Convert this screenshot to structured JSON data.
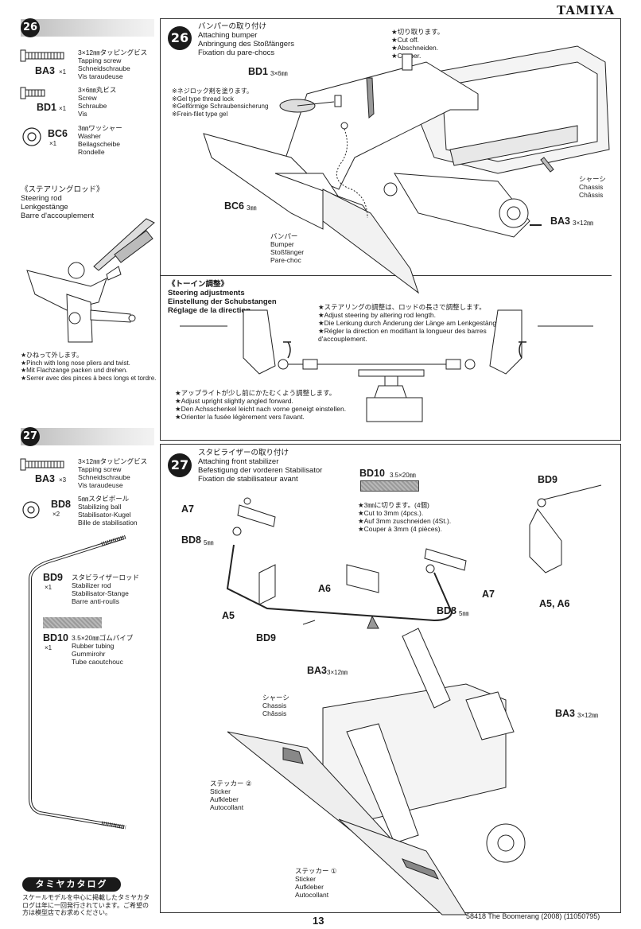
{
  "brand": "TAMIYA",
  "page_number": "13",
  "footer_code": "58418 The Boomerang (2008) (11050795)",
  "step26": {
    "number": "26",
    "parts": [
      {
        "code": "BA3",
        "qty": "×1",
        "spec": "3×12㎜タッピングビス\nTapping screw\nSchneidschraube\nVis taraudeuse"
      },
      {
        "code": "BD1",
        "qty": "×1",
        "spec": "3×6㎜丸ビス\nScrew\nSchraube\nVis"
      },
      {
        "code": "BC6",
        "qty": "×1",
        "spec": "3㎜ワッシャー\nWasher\nBeilagscheibe\nRondelle"
      }
    ],
    "steering_rod_title": "《ステアリングロッド》\nSteering rod\nLenkgestänge\nBarre d'accouplement",
    "pinch_note": "★ひねって外します。\n★Pinch with long nose pliers and twist.\n★Mit Flachzange packen und drehen.\n★Serrer avec des pinces à becs longs et tordre.",
    "title": "バンパーの取り付け\nAttaching bumper\nAnbringung des Stoßfängers\nFixation du pare-chocs",
    "cut_note": "★切り取ります。\n★Cut off.\n★Abschneiden.\n★Couper.",
    "bd1_label": "BD1",
    "bd1_size": "3×6㎜",
    "lock_note": "※ネジロック剤を塗ります。\n※Gel type thread lock\n※Gelförmige Schraubensicherung\n※Frein-filet type gel",
    "chassis_note": "シャーシ\nChassis\nChâssis",
    "bc6_label": "BC6",
    "bc6_size": "3㎜",
    "ba3_label": "BA3",
    "ba3_size": "3×12㎜",
    "bumper_note": "バンパー\nBumper\nStoßfänger\nPare-choc",
    "toe_title": "《トーイン調整》\nSteering adjustments\nEinstellung der Schubstangen\nRéglage de la direction",
    "toe_note": "★ステアリングの調整は、ロッドの長さで調整します。\n★Adjust steering by altering rod length.\n★Die Lenkung durch Änderung der Länge am Lenkgestänge.\n★Régler la direction en modifiant la longueur des barres d'accouplement.",
    "upright_note": "★アップライトが少し前にかたむくよう調整します。\n★Adjust upright slightly angled forward.\n★Den Achsschenkel leicht nach vorne geneigt einstellen.\n★Orienter la fusée légèrement vers l'avant."
  },
  "step27": {
    "number": "27",
    "parts": [
      {
        "code": "BA3",
        "qty": "×3",
        "spec": "3×12㎜タッピングビス\nTapping screw\nSchneidschraube\nVis taraudeuse"
      },
      {
        "code": "BD8",
        "qty": "×2",
        "spec": "5㎜スタビボール\nStabilizing ball\nStabilisator-Kugel\nBille de stabilisation"
      },
      {
        "code": "BD9",
        "qty": "×1",
        "spec": "スタビライザーロッド\nStabilizer rod\nStabilisator-Stange\nBarre anti-roulis"
      },
      {
        "code": "BD10",
        "qty": "×1",
        "spec": "3.5×20㎜ゴムパイプ\nRubber tubing\nGummirohr\nTube caoutchouc"
      }
    ],
    "title": "スタビライザーの取り付け\nAttaching front stabilizer\nBefestigung der vorderen Stabilisator\nFixation de stabilisateur avant",
    "bd10_label": "BD10",
    "bd10_size": "3.5×20㎜",
    "cut_note": "★3㎜に切ります。(4個)\n★Cut to 3mm (4pcs.).\n★Auf 3mm zuschneiden (4St.).\n★Couper à 3mm (4 pièces).",
    "labels": {
      "a7": "A7",
      "a6": "A6",
      "a5": "A5",
      "bd9": "BD9",
      "bd8": "BD8",
      "bd8_size": "5㎜",
      "a5a6": "A5, A6",
      "ba3": "BA3",
      "ba3_size": "3×12㎜"
    },
    "chassis_note": "シャーシ\nChassis\nChâssis",
    "sticker2": "ステッカー ②\nSticker\nAufkleber\nAutocollant",
    "sticker1": "ステッカー ①\nSticker\nAufkleber\nAutocollant"
  },
  "catalog": {
    "title": "タミヤカタログ",
    "text": "スケールモデルを中心に掲載したタミヤカタ\nログは年に一回発行されています。ご希望の\n方は模型店でお求めください。"
  }
}
